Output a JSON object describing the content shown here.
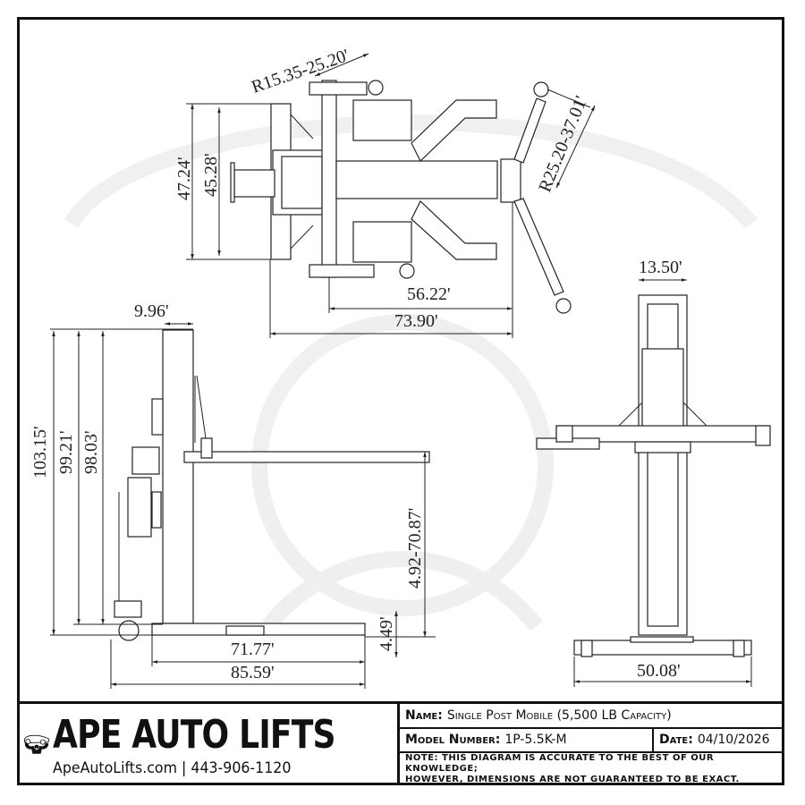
{
  "drawing": {
    "top_view": {
      "dimensions": {
        "arm_radius_front": "R15.35-25.20'",
        "arm_radius_rear": "R25.20-37.01'",
        "overall_width": "47.24'",
        "inner_width": "45.28'",
        "arm_span": "56.22'",
        "overall_length": "73.90'"
      }
    },
    "side_view": {
      "dimensions": {
        "post_depth": "9.96'",
        "overall_height": "103.15'",
        "post_height": "99.21'",
        "carriage_height": "98.03'",
        "lift_range": "4.92-70.87'",
        "base_height": "4.49'",
        "base_length": "71.77'",
        "overall_length": "85.59'"
      }
    },
    "front_view": {
      "dimensions": {
        "post_width": "13.50'",
        "base_width": "50.08'"
      }
    }
  },
  "title_block": {
    "brand_name": "APE AUTO LIFTS",
    "contact": "ApeAutoLifts.com | 443-906-1120",
    "logo_icon": "gorilla-lifting-car-logo",
    "name_label": "Name:",
    "name_value": "Single Post Mobile (5,500 LB Capacity)",
    "model_label": "Model Number:",
    "model_value": "1P-5.5K-M",
    "date_label": "Date:",
    "date_value": "04/10/2026",
    "note_line1": "Note: This diagram is accurate to the best of our knowledge;",
    "note_line2": "however, dimensions are not guaranteed to be exact."
  }
}
